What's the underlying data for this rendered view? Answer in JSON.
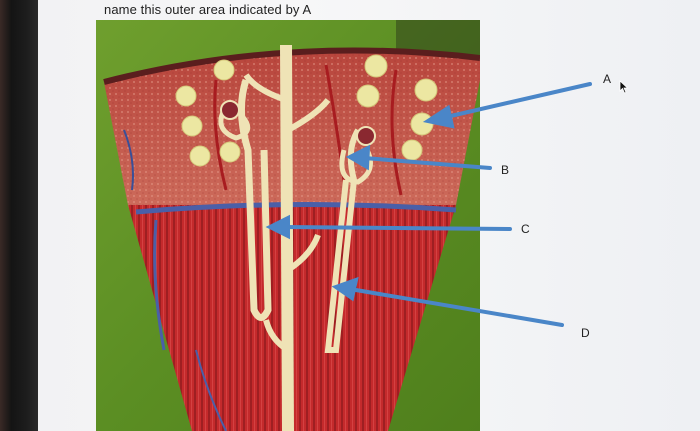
{
  "question": {
    "text": "name this outer area indicated by A"
  },
  "labels": {
    "a": "A",
    "b": "B",
    "c": "C",
    "d": "D"
  },
  "colors": {
    "arrow": "#4a86c8",
    "cortex": "#c05046",
    "medulla": "#c0282a",
    "tubule": "#efe3b6",
    "background": "#5a8f25"
  },
  "icons": {
    "cursor": "mouse-pointer-icon"
  }
}
